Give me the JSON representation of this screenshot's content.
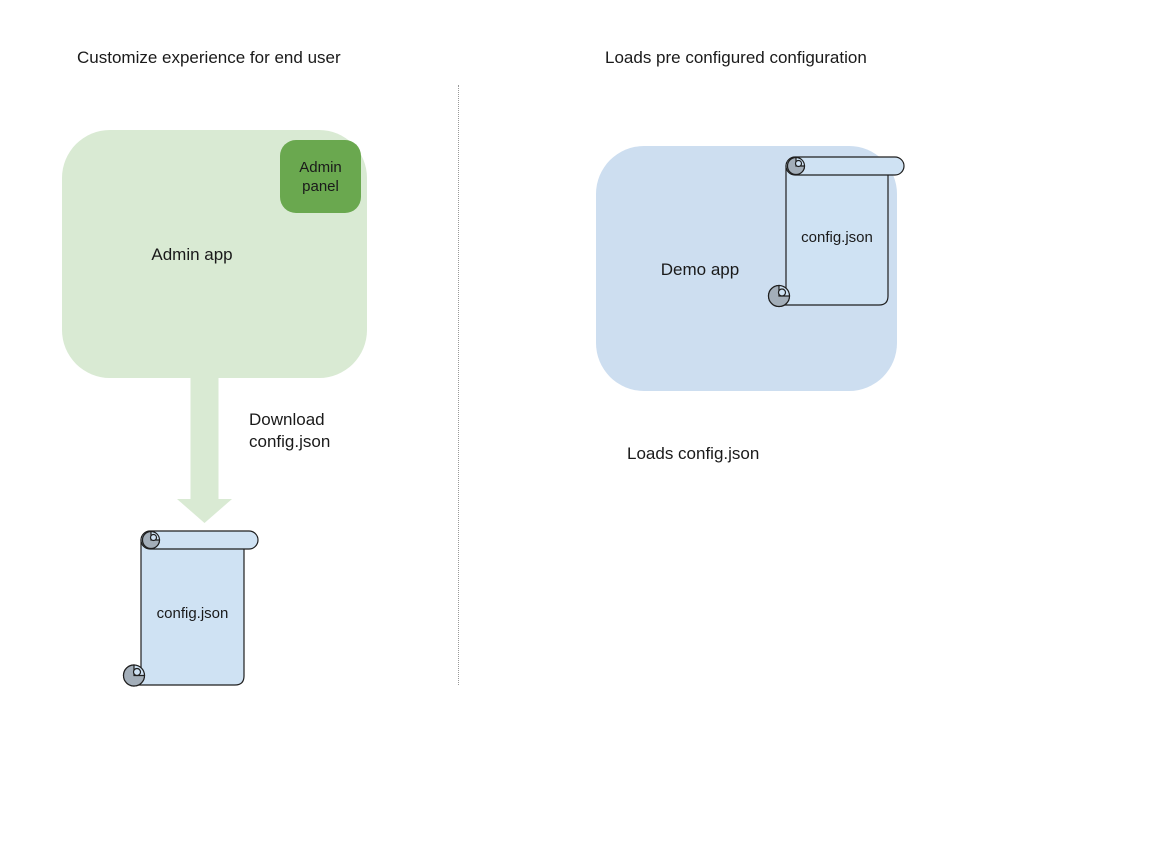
{
  "colors": {
    "background": "#ffffff",
    "admin_box_fill": "#d9ead3",
    "admin_panel_fill": "#6aa84f",
    "arrow_fill": "#d9ead3",
    "demo_box_fill": "#cddef0",
    "scroll_fill": "#cfe2f3",
    "scroll_stroke": "#1f1f1f",
    "curl_fill": "#a3aeb9",
    "divider": "#999999",
    "text": "#1a1a1a"
  },
  "left_section": {
    "header": "Customize experience for end user",
    "admin_app": {
      "label": "Admin app"
    },
    "admin_panel": {
      "line1": "Admin",
      "line2": "panel"
    },
    "download_arrow_label": {
      "line1": "Download",
      "line2": "config.json"
    },
    "config_scroll": {
      "label": "config.json"
    }
  },
  "right_section": {
    "header": "Loads pre configured configuration",
    "demo_app": {
      "label": "Demo app"
    },
    "config_scroll": {
      "label": "config.json"
    },
    "caption": "Loads config.json"
  }
}
